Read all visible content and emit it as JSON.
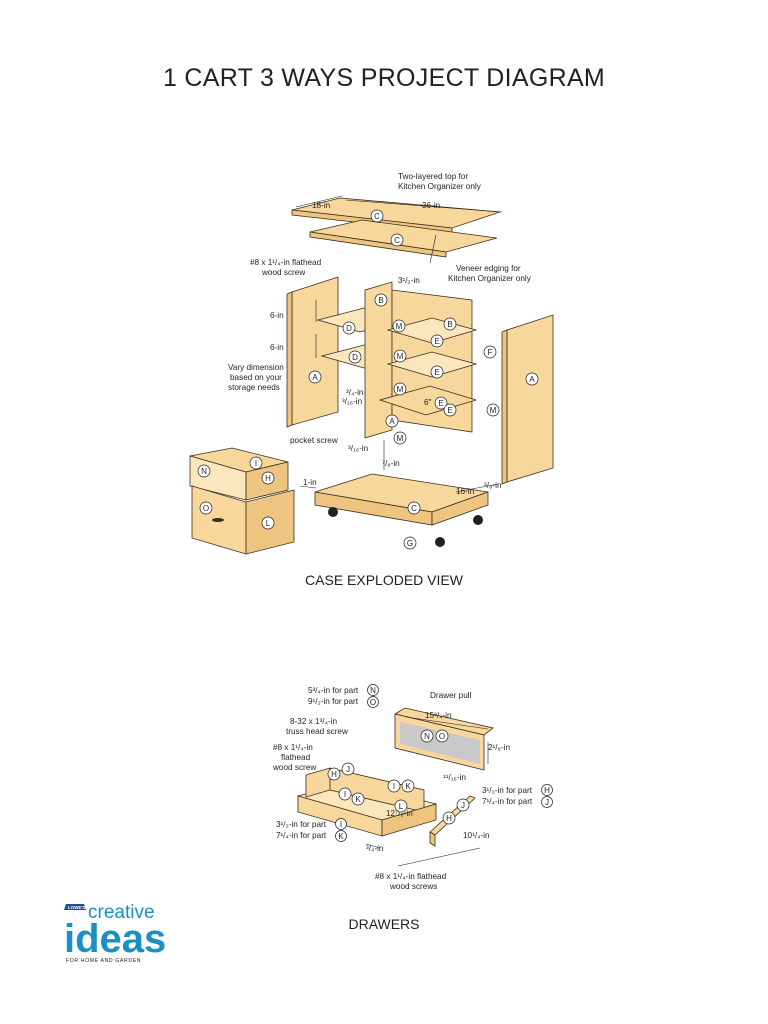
{
  "page": {
    "title": "1 CART 3 WAYS PROJECT DIAGRAM",
    "case_caption": "CASE EXPLODED VIEW",
    "drawers_caption": "DRAWERS"
  },
  "case": {
    "labels": {
      "top_note_1": "Two-layered top for",
      "top_note_2": "Kitchen Organizer only",
      "dim_18": "18-in",
      "dim_36": "36-in",
      "screw_1": "#8 x 1¹/₄-in flathead",
      "screw_2": "wood screw",
      "veneer_1": "Veneer edging for",
      "veneer_2": "Kitchen Organizer only",
      "dim_3_5": "3¹/₂-in",
      "dim_6a": "6-in",
      "dim_6b": "6-in",
      "vary_1": "Vary dimension",
      "vary_2": "based on your",
      "vary_3": "storage needs",
      "dim_3_4": "³/₄-in",
      "dim_3_16a": "³/₁₆-in",
      "dim_6in": "6\"",
      "pocket": "pocket screw",
      "dim_3_16b": "³/₁₆-in",
      "dim_7_8": "⁷/₈-in",
      "dim_1": "1-in",
      "dim_16": "16-in",
      "dim_3_8": "³/₈-in"
    },
    "letters": [
      "C",
      "C",
      "B",
      "D",
      "M",
      "B",
      "E",
      "F",
      "D",
      "M",
      "E",
      "A",
      "M",
      "E",
      "A",
      "E",
      "A",
      "M",
      "M",
      "N",
      "I",
      "H",
      "O",
      "L",
      "C",
      "G"
    ]
  },
  "drawers": {
    "labels": {
      "n_dim": "5³/₄-in for part",
      "n_part": "N",
      "o_dim": "9¹/₂-in for part",
      "o_part": "O",
      "pull": "Drawer pull",
      "dim_15": "15³/₄-in",
      "truss_1": "8-32 x 1³/₄-in",
      "truss_2": "truss head screw",
      "fw_1": "#8 x 1¹/₄-in",
      "fw_2": "flathead",
      "fw_3": "wood screw",
      "dim_2_1_8": "2¹/₈-in",
      "dim_11_16": "¹¹/₁₆-in",
      "h_dim": "3¹/₂-in for part",
      "h_part": "H",
      "j_dim": "7¹/₄-in for part",
      "j_part": "J",
      "dim_12": "12⁷/₈-in",
      "i_dim": "3¹/₂-in for part",
      "i_part": "I",
      "k_dim": "7¹/₄-in for part",
      "k_part": "K",
      "dim_10": "10¹/₄-in",
      "dim_3_4": "³/₄-in",
      "fws_1": "#8 x 1¹/₄-in flathead",
      "fws_2": "wood screws"
    },
    "letters": [
      "N",
      "O",
      "H",
      "J",
      "I",
      "K",
      "I",
      "K",
      "L",
      "H",
      "J"
    ]
  },
  "logo": {
    "brand": "LOWE'S",
    "word1": "creative",
    "word2": "ideas",
    "tagline": "FOR HOME AND GARDEN"
  }
}
